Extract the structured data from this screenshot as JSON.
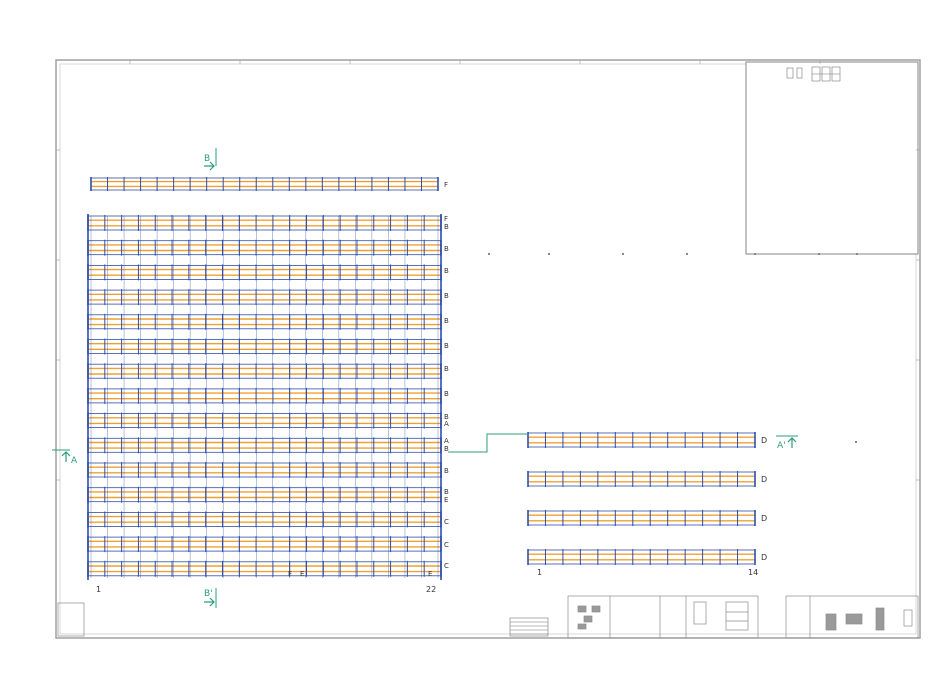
{
  "colors": {
    "wall": "#9a9a9a",
    "frame": "#2f4fa8",
    "beam": "#f0a030",
    "section": "#2a9d7a",
    "detail": "#8c8c8c"
  },
  "icons": [
    "section-arrow-icon",
    "stair-icon"
  ],
  "block_left": {
    "column_start_label": "1",
    "column_end_label": "22",
    "row_labels": [
      "F",
      "F",
      "B",
      "B",
      "B",
      "B",
      "B",
      "B",
      "B",
      "B",
      "B",
      "A",
      "A",
      "B",
      "B",
      "B",
      "E",
      "C",
      "C",
      "C"
    ],
    "inner_marks": [
      "F",
      "E",
      "E"
    ]
  },
  "block_right": {
    "column_start_label": "1",
    "column_end_label": "14",
    "row_labels": [
      "D",
      "D",
      "D",
      "D"
    ]
  },
  "sections": {
    "a_left": "A",
    "a_right": "A'",
    "b_top": "B",
    "b_bottom": "B'"
  }
}
